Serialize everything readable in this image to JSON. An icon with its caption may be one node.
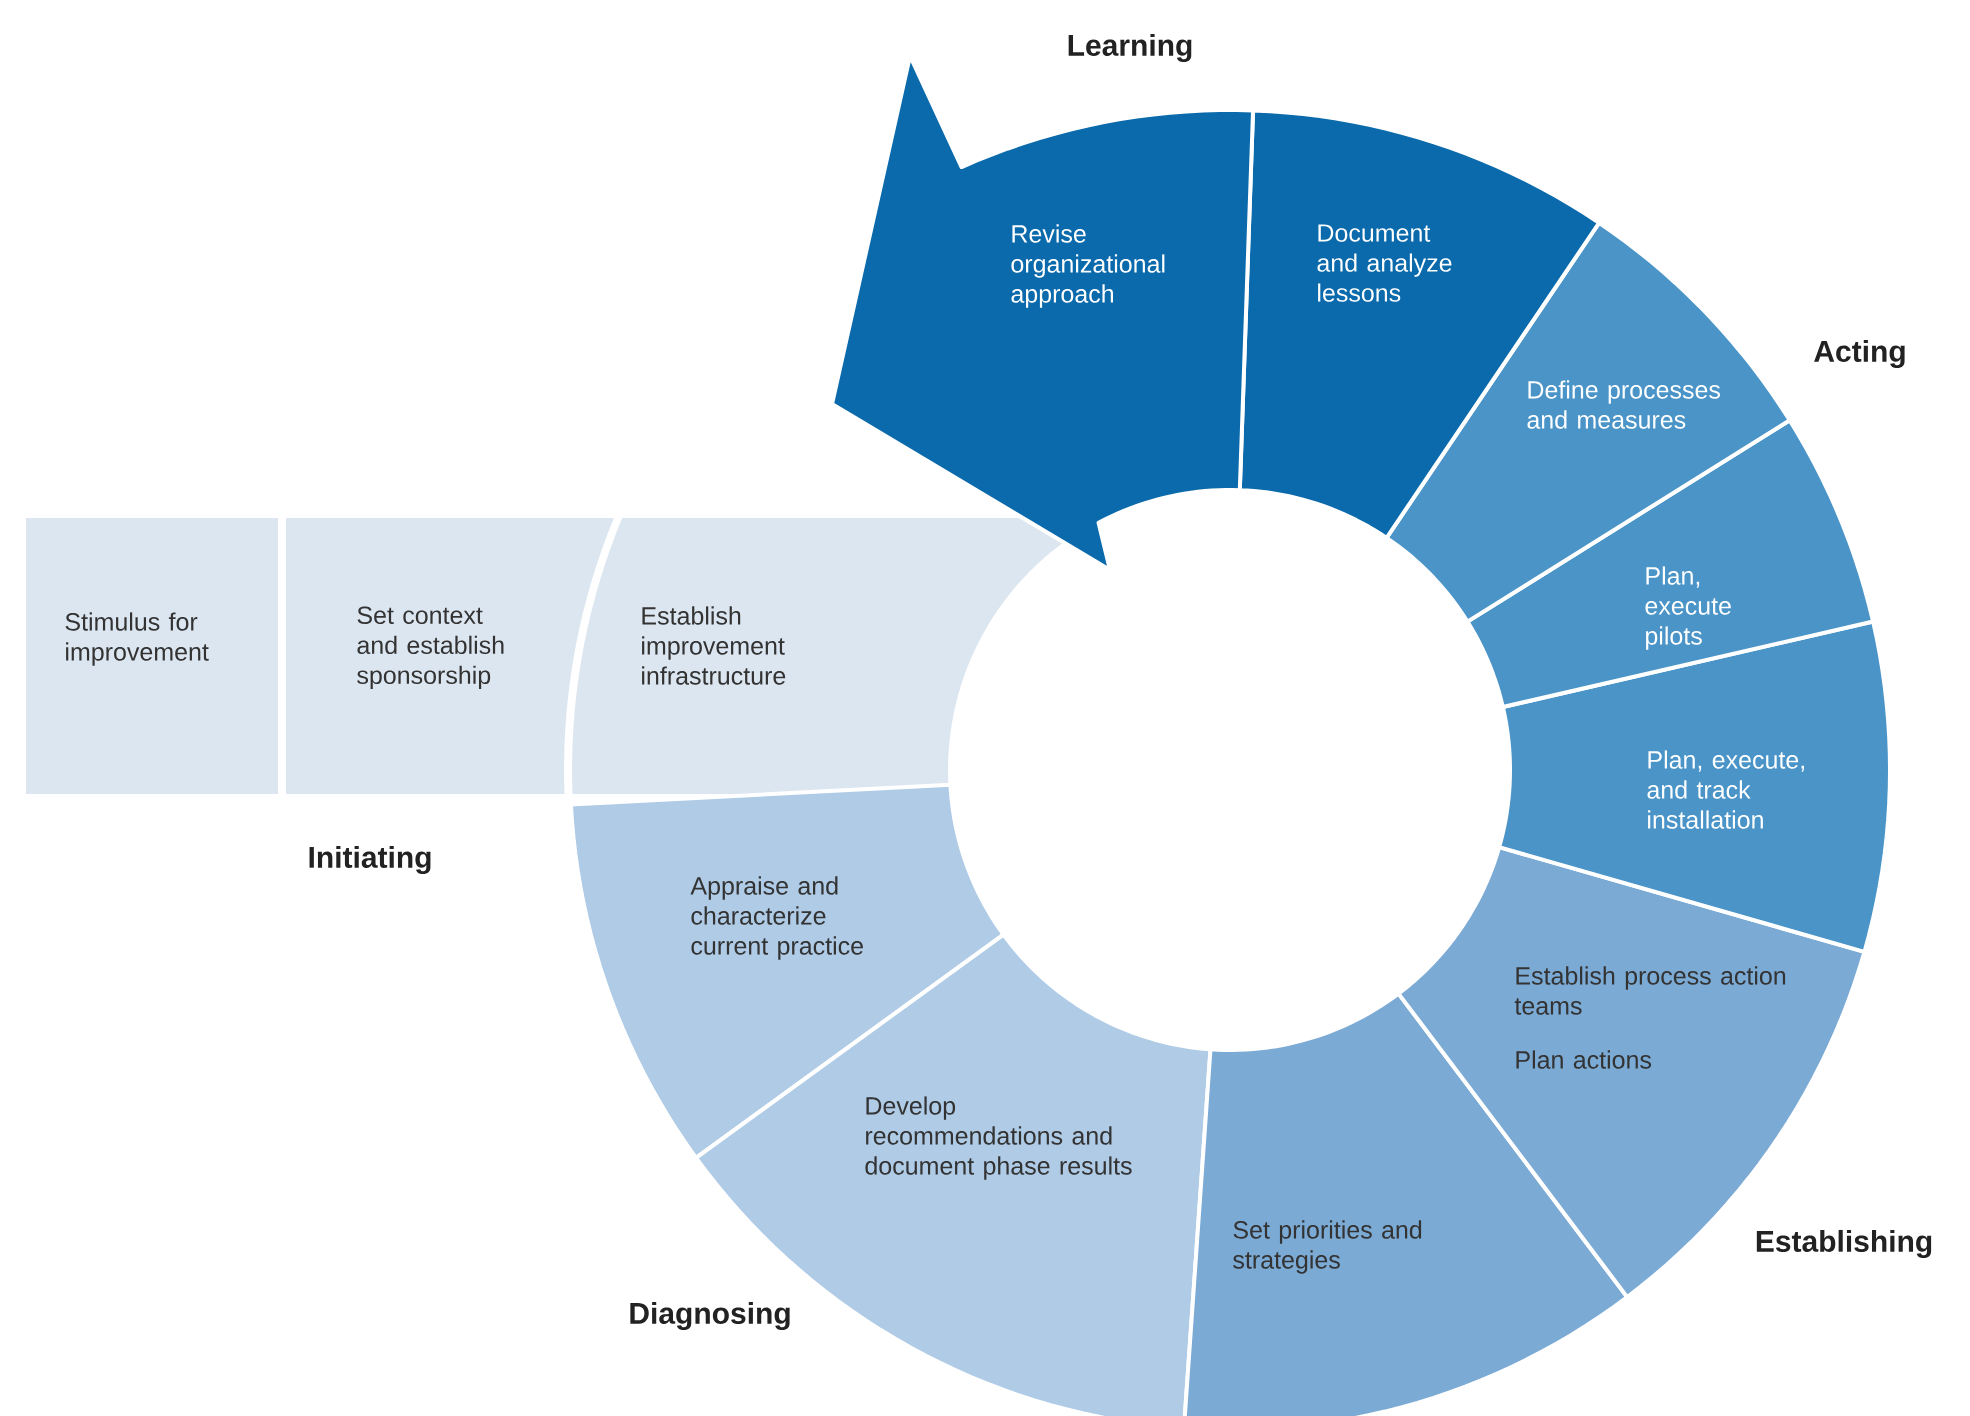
{
  "diagram": {
    "nodes": [
      {
        "text": [
          "Stimulus for improvement"
        ]
      },
      {
        "text": [
          "Set context and establish sponsorship"
        ]
      },
      {
        "text": [
          "Establish improvement infrastructure"
        ]
      },
      {
        "text": [
          "Appraise and characterize current practice"
        ]
      },
      {
        "text": [
          "Develop recommendations and document phase results"
        ]
      },
      {
        "text": [
          "Set priorities and strategies"
        ]
      },
      {
        "text": [
          "Establish process action teams",
          "Plan actions"
        ]
      },
      {
        "text": [
          "Plan, execute, and track installation"
        ]
      },
      {
        "text": [
          "Plan, execute pilots"
        ]
      },
      {
        "text": [
          "Define processes and measures"
        ]
      },
      {
        "text": [
          "Document and analyze lessons"
        ]
      },
      {
        "text": [
          "Revise organizational approach"
        ]
      }
    ],
    "labels": [
      "Learning",
      "Acting",
      "Initiating",
      "Establishing",
      "Diagnosing"
    ]
  }
}
